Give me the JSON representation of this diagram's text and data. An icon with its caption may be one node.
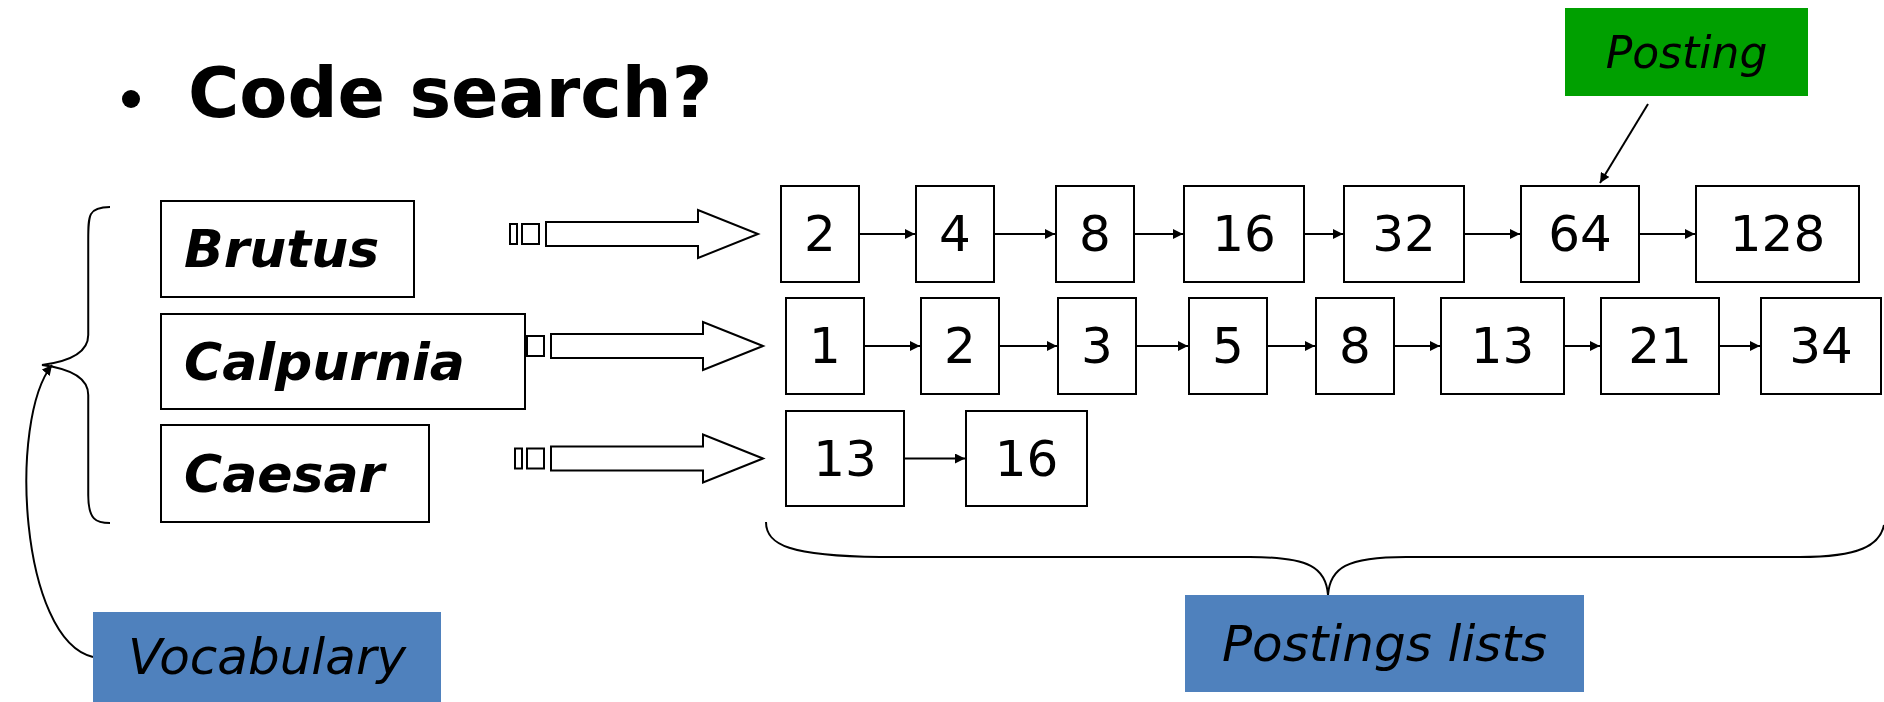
{
  "diagram": {
    "nodes": [
      {
        "text": [
          "Posting"
        ]
      },
      {
        "text": [
          "Brutus"
        ]
      },
      {
        "text": [
          "2"
        ]
      },
      {
        "text": [
          "4"
        ]
      },
      {
        "text": [
          "8"
        ]
      },
      {
        "text": [
          "16"
        ]
      },
      {
        "text": [
          "32"
        ]
      },
      {
        "text": [
          "64"
        ]
      },
      {
        "text": [
          "128"
        ]
      },
      {
        "text": [
          "Calpurnia"
        ]
      },
      {
        "text": [
          "1"
        ]
      },
      {
        "text": [
          "2"
        ]
      },
      {
        "text": [
          "3"
        ]
      },
      {
        "text": [
          "5"
        ]
      },
      {
        "text": [
          "8"
        ]
      },
      {
        "text": [
          "13"
        ]
      },
      {
        "text": [
          "21"
        ]
      },
      {
        "text": [
          "34"
        ]
      },
      {
        "text": [
          "Caesar"
        ]
      },
      {
        "text": [
          "13"
        ]
      },
      {
        "text": [
          "16"
        ]
      },
      {
        "text": [
          "Postings lists"
        ]
      },
      {
        "text": [
          "Vocabulary"
        ]
      },
      {
        "text": [],
        "shape": "bracket"
      }
    ],
    "edges": [
      {
        "from": 1,
        "to": 2,
        "arrow": "to",
        "style": "thick"
      },
      {
        "from": 2,
        "to": 3,
        "arrow": "to"
      },
      {
        "from": 3,
        "to": 4,
        "arrow": "to"
      },
      {
        "from": 4,
        "to": 5,
        "arrow": "to"
      },
      {
        "from": 5,
        "to": 6,
        "arrow": "to"
      },
      {
        "from": 6,
        "to": 7,
        "arrow": "to"
      },
      {
        "from": 7,
        "to": 8,
        "arrow": "to"
      },
      {
        "from": 9,
        "to": 10,
        "arrow": "to",
        "style": "thick"
      },
      {
        "from": 10,
        "to": 11,
        "arrow": "to"
      },
      {
        "from": 11,
        "to": 12,
        "arrow": "to"
      },
      {
        "from": 12,
        "to": 13,
        "arrow": "to"
      },
      {
        "from": 13,
        "to": 14,
        "arrow": "to"
      },
      {
        "from": 14,
        "to": 15,
        "arrow": "to"
      },
      {
        "from": 15,
        "to": 16,
        "arrow": "to"
      },
      {
        "from": 16,
        "to": 17,
        "arrow": "to"
      },
      {
        "from": 18,
        "to": 19,
        "arrow": "to",
        "style": "thick"
      },
      {
        "from": 19,
        "to": 20,
        "arrow": "to"
      },
      {
        "from": 0,
        "to": 7,
        "arrow": "to"
      },
      {
        "from": 22,
        "to": 23,
        "arrow": "to"
      }
    ],
    "labels": [
      "Code search?"
    ]
  }
}
